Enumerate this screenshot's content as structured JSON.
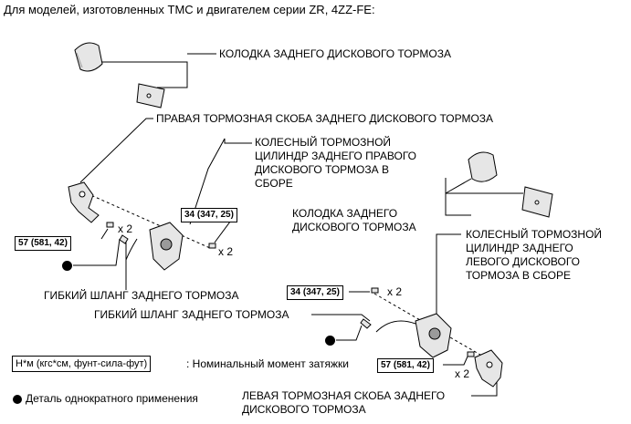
{
  "header": {
    "title": "Для моделей, изготовленных TMC и двигателем серии ZR, 4ZZ-FE:"
  },
  "callouts": {
    "rear_pad_top": "КОЛОДКА ЗАДНЕГО ДИСКОВОГО ТОРМОЗА",
    "right_caliper": "ПРАВАЯ ТОРМОЗНАЯ СКОБА ЗАДНЕГО ДИСКОВОГО ТОРМОЗА",
    "right_cylinder": [
      "КОЛЕСНЫЙ ТОРМОЗНОЙ",
      "ЦИЛИНДР ЗАДНЕГО ПРАВОГО",
      "ДИСКОВОГО ТОРМОЗА В",
      "СБОРЕ"
    ],
    "rear_pad_mid": [
      "КОЛОДКА ЗАДНЕГО",
      "ДИСКОВОГО ТОРМОЗА"
    ],
    "left_cylinder": [
      "КОЛЕСНЫЙ ТОРМОЗНОЙ",
      "ЦИЛИНДР ЗАДНЕГО",
      "ЛЕВОГО ДИСКОВОГО",
      "ТОРМОЗА В СБОРЕ"
    ],
    "hose_1": "ГИБКИЙ ШЛАНГ ЗАДНЕГО ТОРМОЗА",
    "hose_2": "ГИБКИЙ ШЛАНГ ЗАДНЕГО ТОРМОЗА",
    "left_caliper": [
      "ЛЕВАЯ ТОРМОЗНАЯ СКОБА ЗАДНЕГО",
      "ДИСКОВОГО ТОРМОЗА"
    ]
  },
  "torque": {
    "t1": "57 (581, 42)",
    "t2": "34 (347, 25)",
    "t3": "34 (347, 25)",
    "t4": "57 (581, 42)"
  },
  "multipliers": {
    "m1": "x 2",
    "m2": "x 2",
    "m3": "x 2",
    "m4": "x 2"
  },
  "legend": {
    "unit_box": "Н*м (кгс*см, фунт-сила-фут)",
    "unit_text": ": Номинальный момент затяжки",
    "single_use": "Деталь однократного применения"
  },
  "colors": {
    "ink": "#000000",
    "background": "#ffffff",
    "part_fill": "#e6e6e6",
    "part_shade": "#9a9a9a"
  }
}
